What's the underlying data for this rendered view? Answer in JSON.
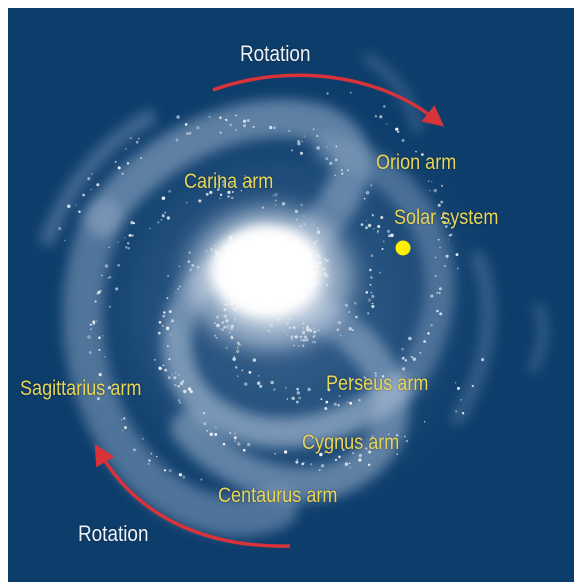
{
  "diagram": {
    "labels": {
      "rotation_top": "Rotation",
      "rotation_bottom": "Rotation",
      "orion_arm": "Orion arm",
      "carina_arm": "Carina arm",
      "solar_system": "Solar system",
      "sagittarius_arm": "Sagittarius arm",
      "perseus_arm": "Perseus arm",
      "cygnus_arm": "Cygnus arm",
      "centaurus_arm": "Centaurus arm"
    },
    "colors": {
      "background": "#0d3d6b",
      "arm_label": "#e8d659",
      "rotation_label": "#eef3fa",
      "arrow": "#d8323a",
      "sun_marker": "#ffef00"
    },
    "icons": {
      "rotation_arrows": "curved-arrow-icon",
      "solar_system_marker": "yellow-dot-icon"
    }
  }
}
